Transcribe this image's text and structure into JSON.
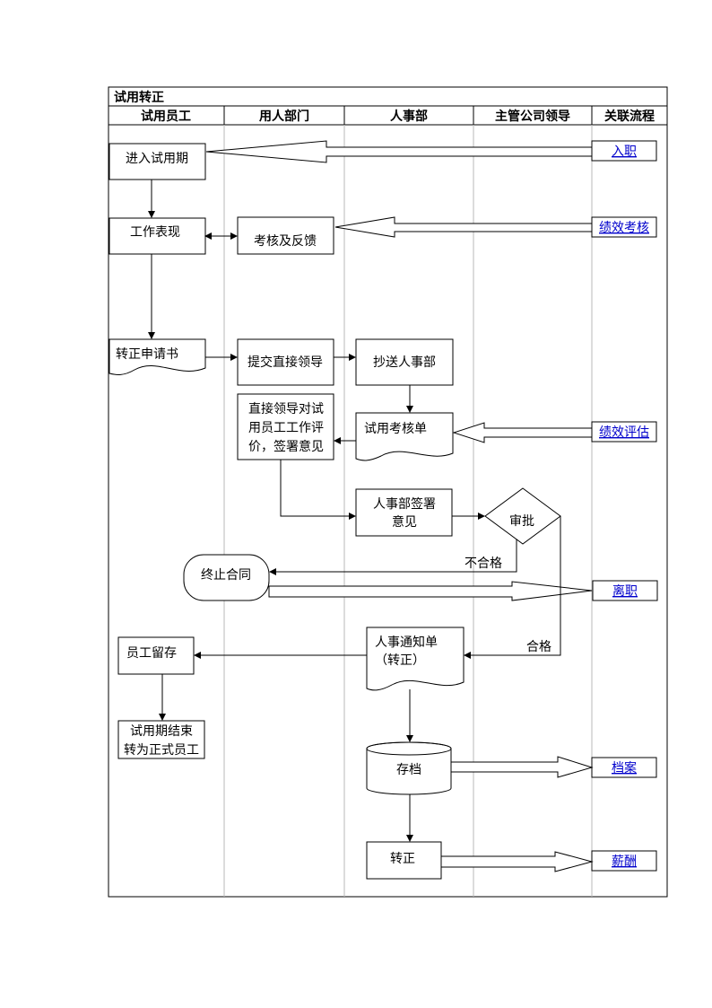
{
  "title": "试用转正",
  "columns": [
    "试用员工",
    "用人部门",
    "人事部",
    "主管公司领导",
    "关联流程"
  ],
  "nodes": {
    "enter_probation": "进入试用期",
    "work_performance": "工作表现",
    "assess_feedback": "考核及反馈",
    "application": "转正申请书",
    "submit_leader": "提交直接领导",
    "cc_hr": "抄送人事部",
    "leader_eval_1": "直接领导对试",
    "leader_eval_2": "用员工工作评",
    "leader_eval_3": "价，签署意见",
    "assessment_form": "试用考核单",
    "hr_sign_1": "人事部签署",
    "hr_sign_2": "意见",
    "approve": "审批",
    "terminate": "终止合同",
    "notice_1": "人事通知单",
    "notice_2": "（转正）",
    "retain": "员工留存",
    "end_1": "试用期结束",
    "end_2": "转为正式员工",
    "archive": "存档",
    "regularize": "转正"
  },
  "edge_labels": {
    "fail": "不合格",
    "pass": "合格"
  },
  "links": {
    "onboarding": "入职",
    "performance_assessment": "绩效考核",
    "performance_evaluation": "绩效评估",
    "resignation": "离职",
    "archives": "档案",
    "salary": "薪酬"
  }
}
